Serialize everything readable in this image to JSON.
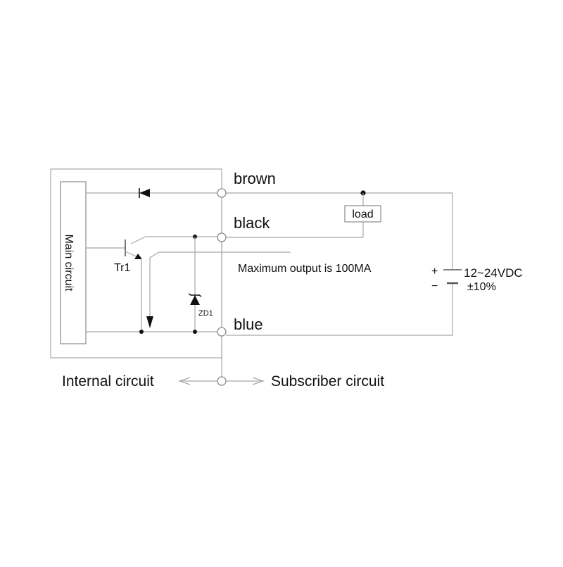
{
  "diagram": {
    "main_circuit_label": "Main circuit",
    "transistor_label": "Tr1",
    "zener_label": "ZD1",
    "load_label": "load",
    "wire_labels": {
      "brown": "brown",
      "black": "black",
      "blue": "blue"
    },
    "max_output_note": "Maximum output is 100MA",
    "power_supply": {
      "voltage": "12~24VDC",
      "tolerance": "±10%",
      "plus_sign": "+",
      "minus_sign": "−"
    },
    "bottom_labels": {
      "internal": "Internal circuit",
      "subscriber": "Subscriber circuit"
    }
  },
  "colors": {
    "wire": "#a8a8a8",
    "wire_dark": "#555555",
    "terminal_stroke": "#8a8a8a",
    "text": "#111111"
  }
}
